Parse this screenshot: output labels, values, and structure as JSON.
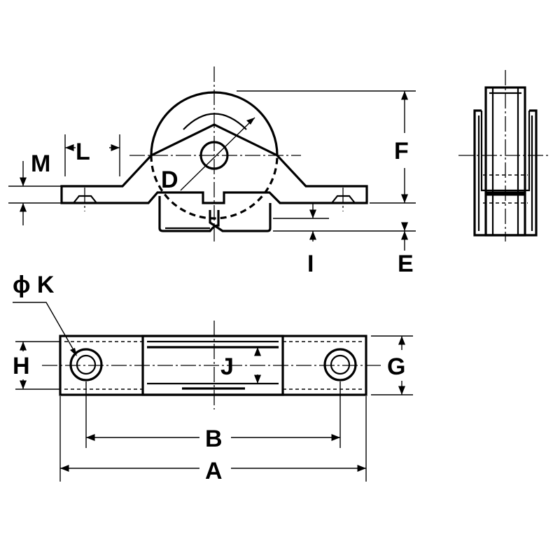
{
  "labels": {
    "M": "M",
    "L": "L",
    "D": "D",
    "F": "F",
    "I": "I",
    "E": "E",
    "K": "ϕ K",
    "H": "H",
    "J": "J",
    "G": "G",
    "B": "B",
    "A": "A"
  }
}
